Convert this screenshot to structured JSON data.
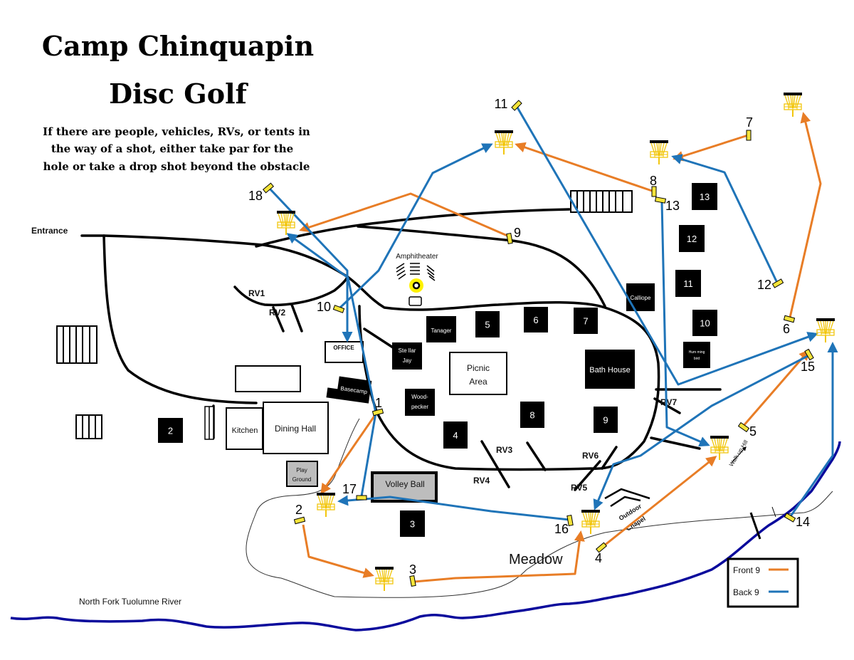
{
  "title": {
    "line1": "Camp Chinquapin",
    "line2": "Disc Golf"
  },
  "rules": [
    "If there are people, vehicles, RVs, or tents in",
    "the way of a shot, either take par for the",
    "hole or take a drop shot beyond the obstacle"
  ],
  "colors": {
    "front_nine": "#e87d26",
    "back_nine": "#1f74b8",
    "river": "#0a0a9c",
    "basket": "#f2c60d",
    "tee": "#f5e43a",
    "highlight": "#fff200"
  },
  "labels": {
    "entrance": "Entrance",
    "amphitheater": "Amphitheater",
    "office": "OFFICE",
    "basecamp": "Basecamp",
    "kitchen": "Kitchen",
    "dining_hall": "Dining Hall",
    "play_ground_1": "Play",
    "play_ground_2": "Ground",
    "volley_ball": "Volley Ball",
    "picnic_1": "Picnic",
    "picnic_2": "Area",
    "bath_house": "Bath House",
    "calliope": "Calliope",
    "hummingbird_1": "Hum ming",
    "hummingbird_2": "bird",
    "tanager": "Tanager",
    "stellar_1": "Ste llar",
    "stellar_2": "Jay",
    "woodpecker_1": "Wood-",
    "woodpecker_2": "pecker",
    "meadow": "Meadow",
    "outdoor_chapel_1": "Outdoor",
    "outdoor_chapel_2": "Chapel",
    "walk_up_hill": "Walk up Hill",
    "river": "North Fork Tuolumne River",
    "rv": [
      "RV1",
      "RV2",
      "RV3",
      "RV4",
      "RV5",
      "RV6",
      "RV7"
    ]
  },
  "cabins": [
    "2",
    "3",
    "4",
    "5",
    "6",
    "7",
    "8",
    "9",
    "10",
    "11",
    "12",
    "13"
  ],
  "holes": {
    "front_nine": [
      {
        "hole": "1",
        "tee_label": "1"
      },
      {
        "hole": "2",
        "tee_label": "2"
      },
      {
        "hole": "3",
        "tee_label": "3"
      },
      {
        "hole": "4",
        "tee_label": "4"
      },
      {
        "hole": "5",
        "tee_label": "5"
      },
      {
        "hole": "6",
        "tee_label": "6"
      },
      {
        "hole": "7",
        "tee_label": "7"
      },
      {
        "hole": "8",
        "tee_label": "8"
      },
      {
        "hole": "9",
        "tee_label": "9"
      }
    ],
    "back_nine": [
      {
        "hole": "10",
        "tee_label": "10"
      },
      {
        "hole": "11",
        "tee_label": "11"
      },
      {
        "hole": "12",
        "tee_label": "12"
      },
      {
        "hole": "13",
        "tee_label": "13"
      },
      {
        "hole": "14",
        "tee_label": "14"
      },
      {
        "hole": "15",
        "tee_label": "15"
      },
      {
        "hole": "16",
        "tee_label": "16"
      },
      {
        "hole": "17",
        "tee_label": "17"
      },
      {
        "hole": "18",
        "tee_label": "18"
      }
    ]
  },
  "legend": {
    "items": [
      {
        "label": "Front 9",
        "color": "#e87d26"
      },
      {
        "label": "Back 9",
        "color": "#1f74b8"
      }
    ]
  }
}
